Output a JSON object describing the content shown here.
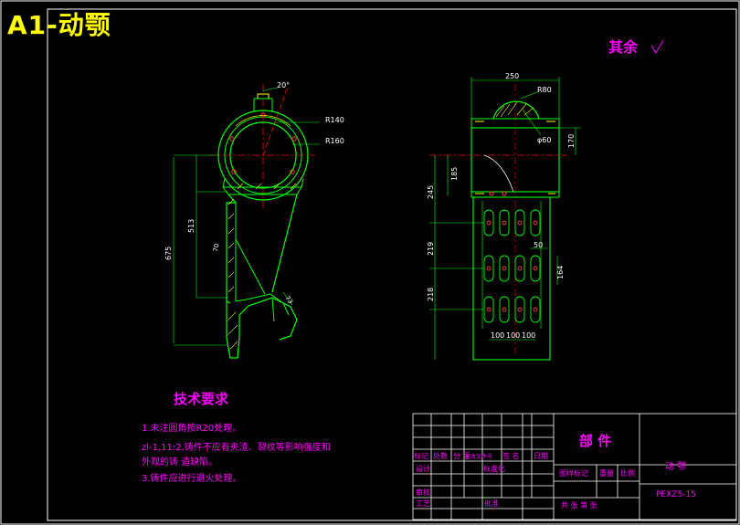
{
  "title": "A1-动颚",
  "surface_note": "其余",
  "surface_symbol": "√",
  "tech": {
    "heading": "技术要求",
    "lines": [
      "1.未注圆角按R20处理。",
      "zl-1,11:2,铸件不应有夹渣、裂纹等影响强度和",
      "外观的铸  造缺陷。",
      "3.铸件应进行退火处理。"
    ]
  },
  "left_view": {
    "dims": {
      "angle": "20°",
      "r_outer_top": "R140",
      "r_outer": "R160",
      "h_total": "675",
      "h_mid": "513",
      "thick": "70",
      "slot": "73"
    }
  },
  "right_view": {
    "dims": {
      "width": "250",
      "r80": "R80",
      "hole": "φ60",
      "h170": "170",
      "h245": "245",
      "h185": "185",
      "h219": "219",
      "h164": "164",
      "h218": "218",
      "w50": "50",
      "pitch": [
        "100",
        "100",
        "100"
      ]
    }
  },
  "title_block": {
    "part_label": "部 件",
    "part_name": "动 颚",
    "drawing_no": "PEXZ5-15",
    "headers": [
      "标记",
      "处数",
      "分 区",
      "更改文件号",
      "签 名",
      "日期"
    ],
    "rows": [
      "设计",
      "审核",
      "工艺"
    ],
    "std_mark": "标准化",
    "approve": "批准",
    "stage_mark": "图样标记",
    "weight": "重量",
    "scale": "比例",
    "sheets": "共  张    第  张"
  }
}
